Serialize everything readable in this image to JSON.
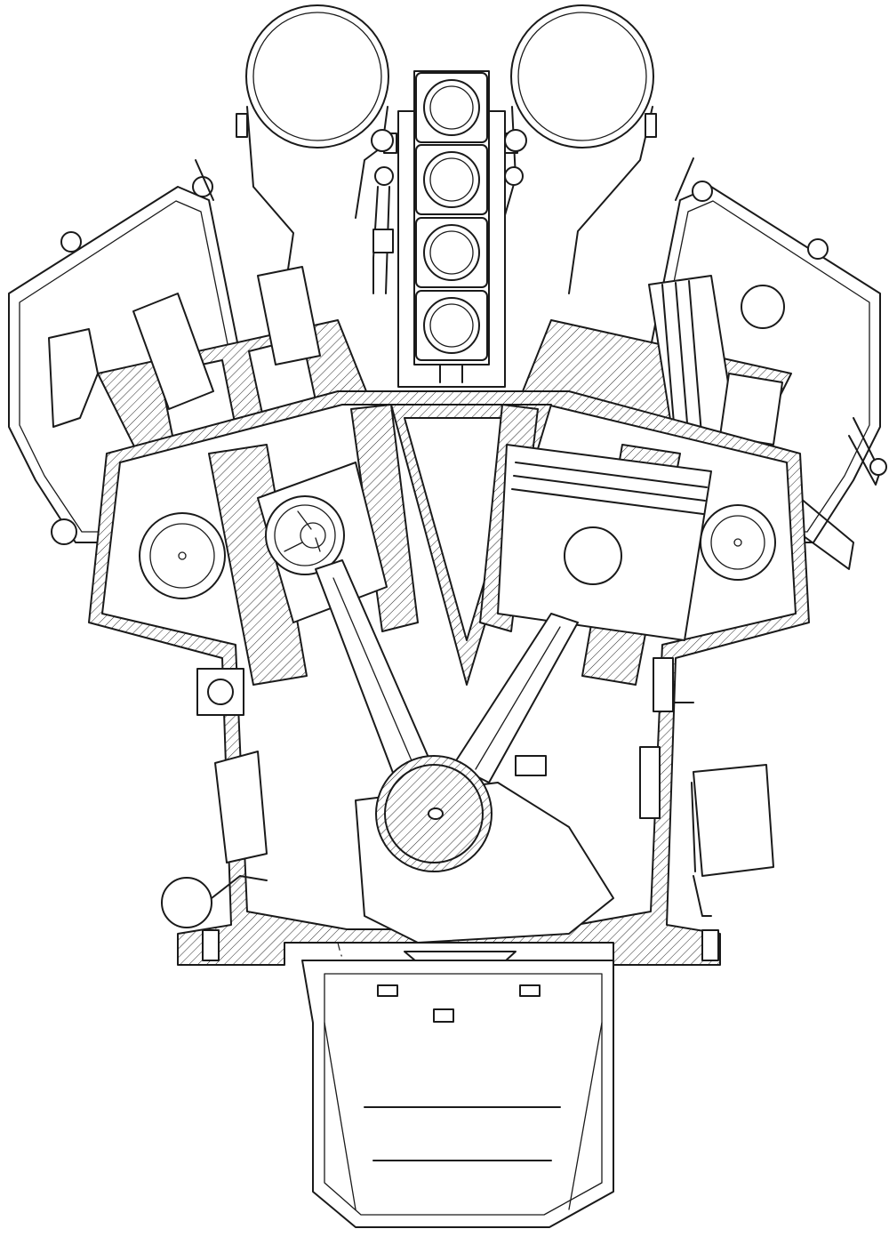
{
  "drawing": {
    "subject": "V-engine",
    "view": "cross-section",
    "style": "line-art",
    "colors": {
      "line": "#1a1a1a",
      "background": "#ffffff"
    }
  }
}
